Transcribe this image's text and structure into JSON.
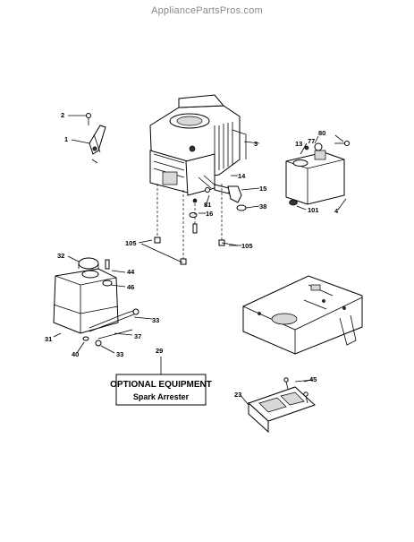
{
  "watermark": "AppliancePartsPros.com",
  "callouts": {
    "c1": "1",
    "c2": "2",
    "c3": "3",
    "c4": "4",
    "c13": "13",
    "c14": "14",
    "c15": "15",
    "c16": "16",
    "c23": "23",
    "c29": "29",
    "c31": "31",
    "c32": "32",
    "c33a": "33",
    "c33b": "33",
    "c37": "37",
    "c38": "38",
    "c40": "40",
    "c44": "44",
    "c45": "45",
    "c46": "46",
    "c77": "77",
    "c80": "80",
    "c81": "81",
    "c101": "101",
    "c105a": "105",
    "c105b": "105"
  },
  "optional_box": {
    "title": "OPTIONAL EQUIPMENT",
    "subtitle": "Spark Arrester"
  }
}
